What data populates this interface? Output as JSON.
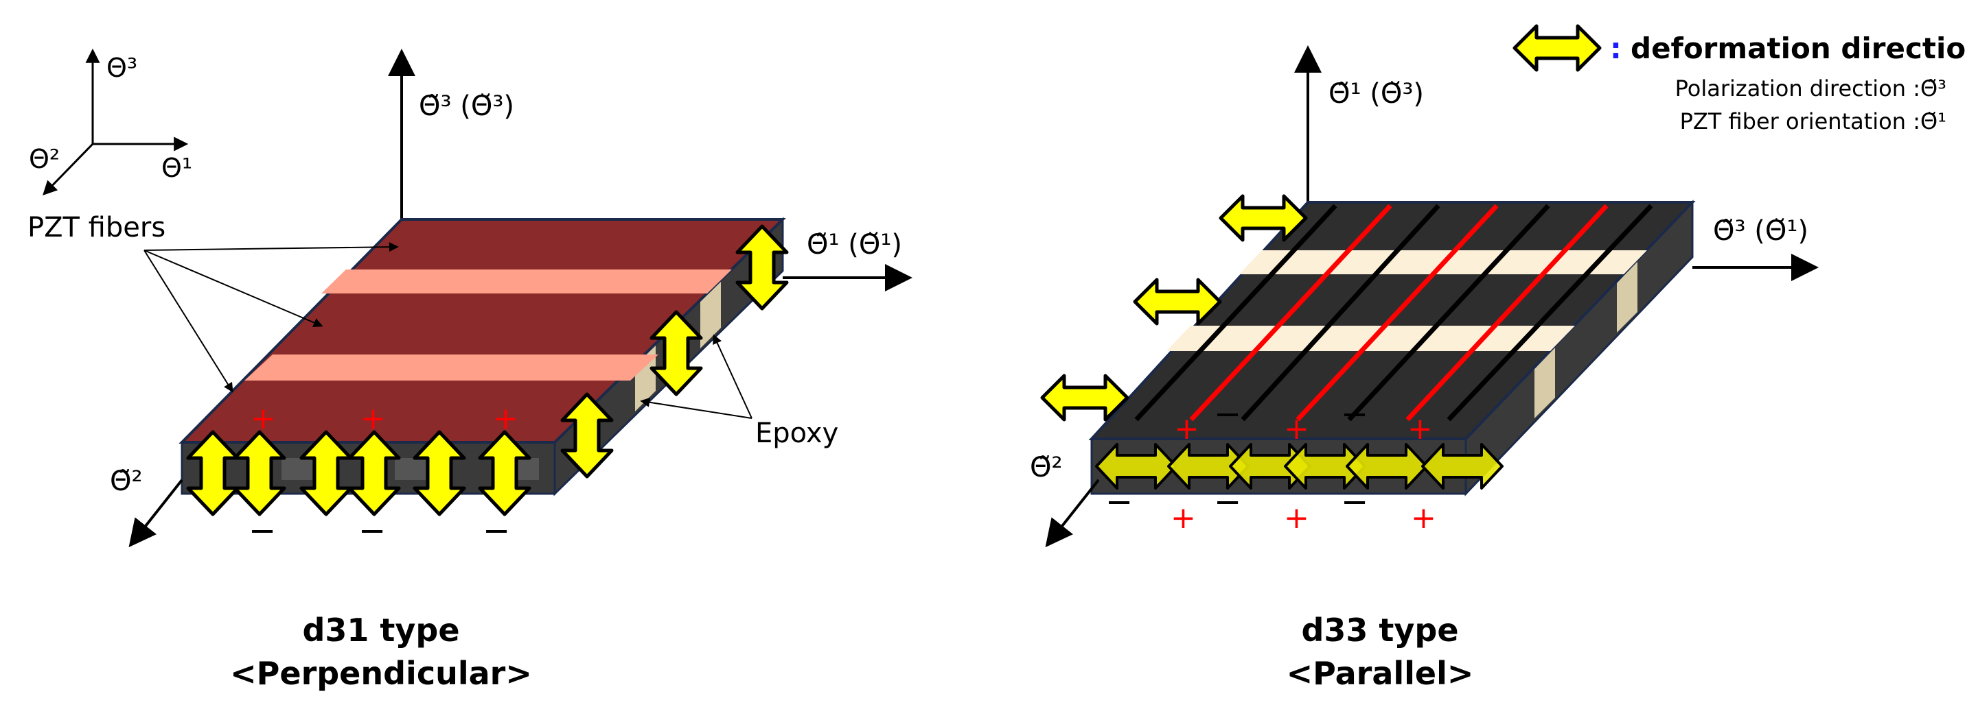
{
  "colors": {
    "arrow_fill": "#ffff00",
    "slab_dark": "#3a3a3a",
    "slab_top_left": "#8b2a2a",
    "stripe_left": "#ffa08a",
    "stripe_right": "#fdf0d8",
    "epoxy_side": "#d8cba8",
    "plus": "#ff0000",
    "legend_colon": "#1a1aff"
  },
  "coord_system": {
    "theta3": "Θ³",
    "theta2": "Θ²",
    "theta1": "Θ¹"
  },
  "left_diagram": {
    "axis_up_label": "Θ̃³ (Θ̆³)",
    "axis_right_label": "Θ̃¹ (Θ̆¹)",
    "axis_front_label": "Θ̃²",
    "pzt_label": "PZT fibers",
    "epoxy_label": "Epoxy",
    "plus": "+",
    "minus": "−",
    "caption_line1": "d31 type",
    "caption_line2": "<Perpendicular>"
  },
  "right_diagram": {
    "axis_up_label": "Θ̃¹ (Θ̆³)",
    "axis_right_label": "Θ̃³ (Θ̆¹)",
    "axis_front_label": "Θ̃²",
    "plus": "+",
    "minus": "−",
    "caption_line1": "d33 type",
    "caption_line2": "<Parallel>"
  },
  "legend": {
    "colon": ":",
    "title": "deformation direction",
    "line2": "Polarization direction :Θ̃³",
    "line3": "PZT fiber orientation :Θ̆¹"
  }
}
